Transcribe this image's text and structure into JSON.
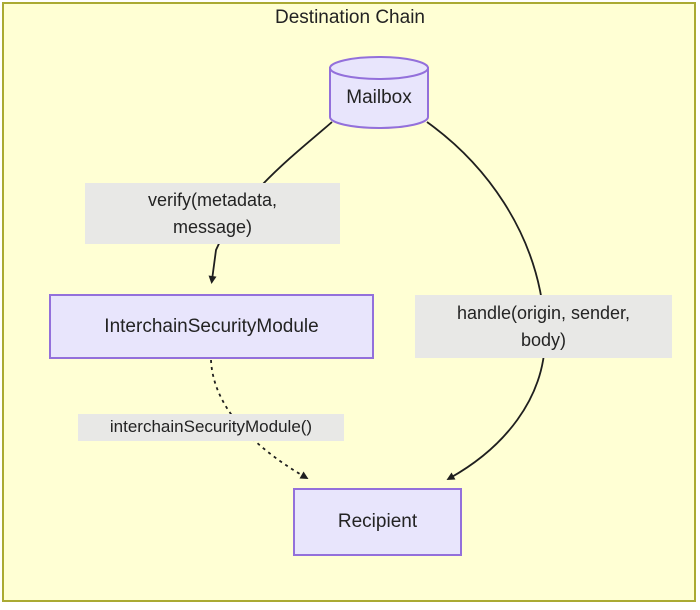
{
  "diagram": {
    "title": "Destination Chain",
    "frame": {
      "background_color": "#ffffd4",
      "border_color": "#aaaa33"
    },
    "theme": {
      "node_fill": "#e8e5fc",
      "node_stroke": "#9370db",
      "edge_label_fill": "#e8e8e6",
      "edge_stroke": "#1f1f1f",
      "text_color": "#232323"
    },
    "nodes": [
      {
        "id": "mailbox",
        "label": "Mailbox",
        "shape": "cylinder"
      },
      {
        "id": "ism",
        "label": "InterchainSecurityModule",
        "shape": "rectangle"
      },
      {
        "id": "recipient",
        "label": "Recipient",
        "shape": "rectangle"
      }
    ],
    "edges": [
      {
        "id": "mailbox-to-ism",
        "from": "mailbox",
        "to": "ism",
        "label": "verify(metadata, message)",
        "style": "solid",
        "arrow": "filled"
      },
      {
        "id": "mailbox-to-recipient",
        "from": "mailbox",
        "to": "recipient",
        "label": "handle(origin, sender, body)",
        "style": "solid",
        "arrow": "filled"
      },
      {
        "id": "ism-to-recipient",
        "from": "ism",
        "to": "recipient",
        "label": "interchainSecurityModule()",
        "style": "dotted",
        "arrow": "filled"
      }
    ],
    "edge_labels": {
      "verify_line1": "verify(metadata,",
      "verify_line2": "message)",
      "handle_line1": "handle(origin, sender,",
      "handle_line2": "body)",
      "ism_call": "interchainSecurityModule()"
    }
  }
}
